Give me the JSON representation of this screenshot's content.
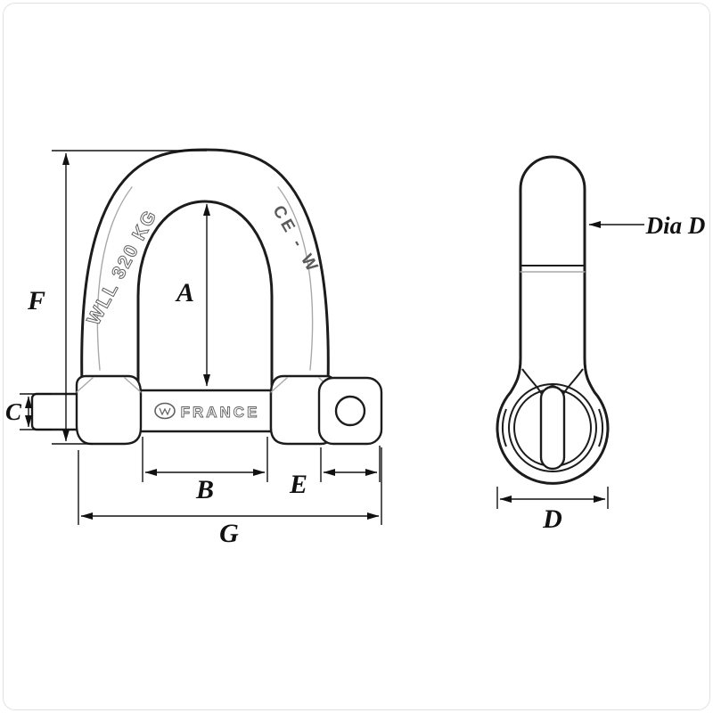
{
  "front_view": {
    "engravings": {
      "left_arm": "WLL 320 KG",
      "right_arm": "CE - W",
      "pin_brand": "FRANCE"
    },
    "dimension_labels": {
      "f": "F",
      "a": "A",
      "c": "C",
      "b": "B",
      "e": "E",
      "g": "G"
    }
  },
  "side_view": {
    "dimension_labels": {
      "dia_d": "Dia D",
      "d": "D"
    }
  },
  "colors": {
    "line": "#1c1c1c",
    "engraving": "#5f5f5f",
    "dimension": "#111111",
    "frame_border": "#e2e2e2"
  }
}
